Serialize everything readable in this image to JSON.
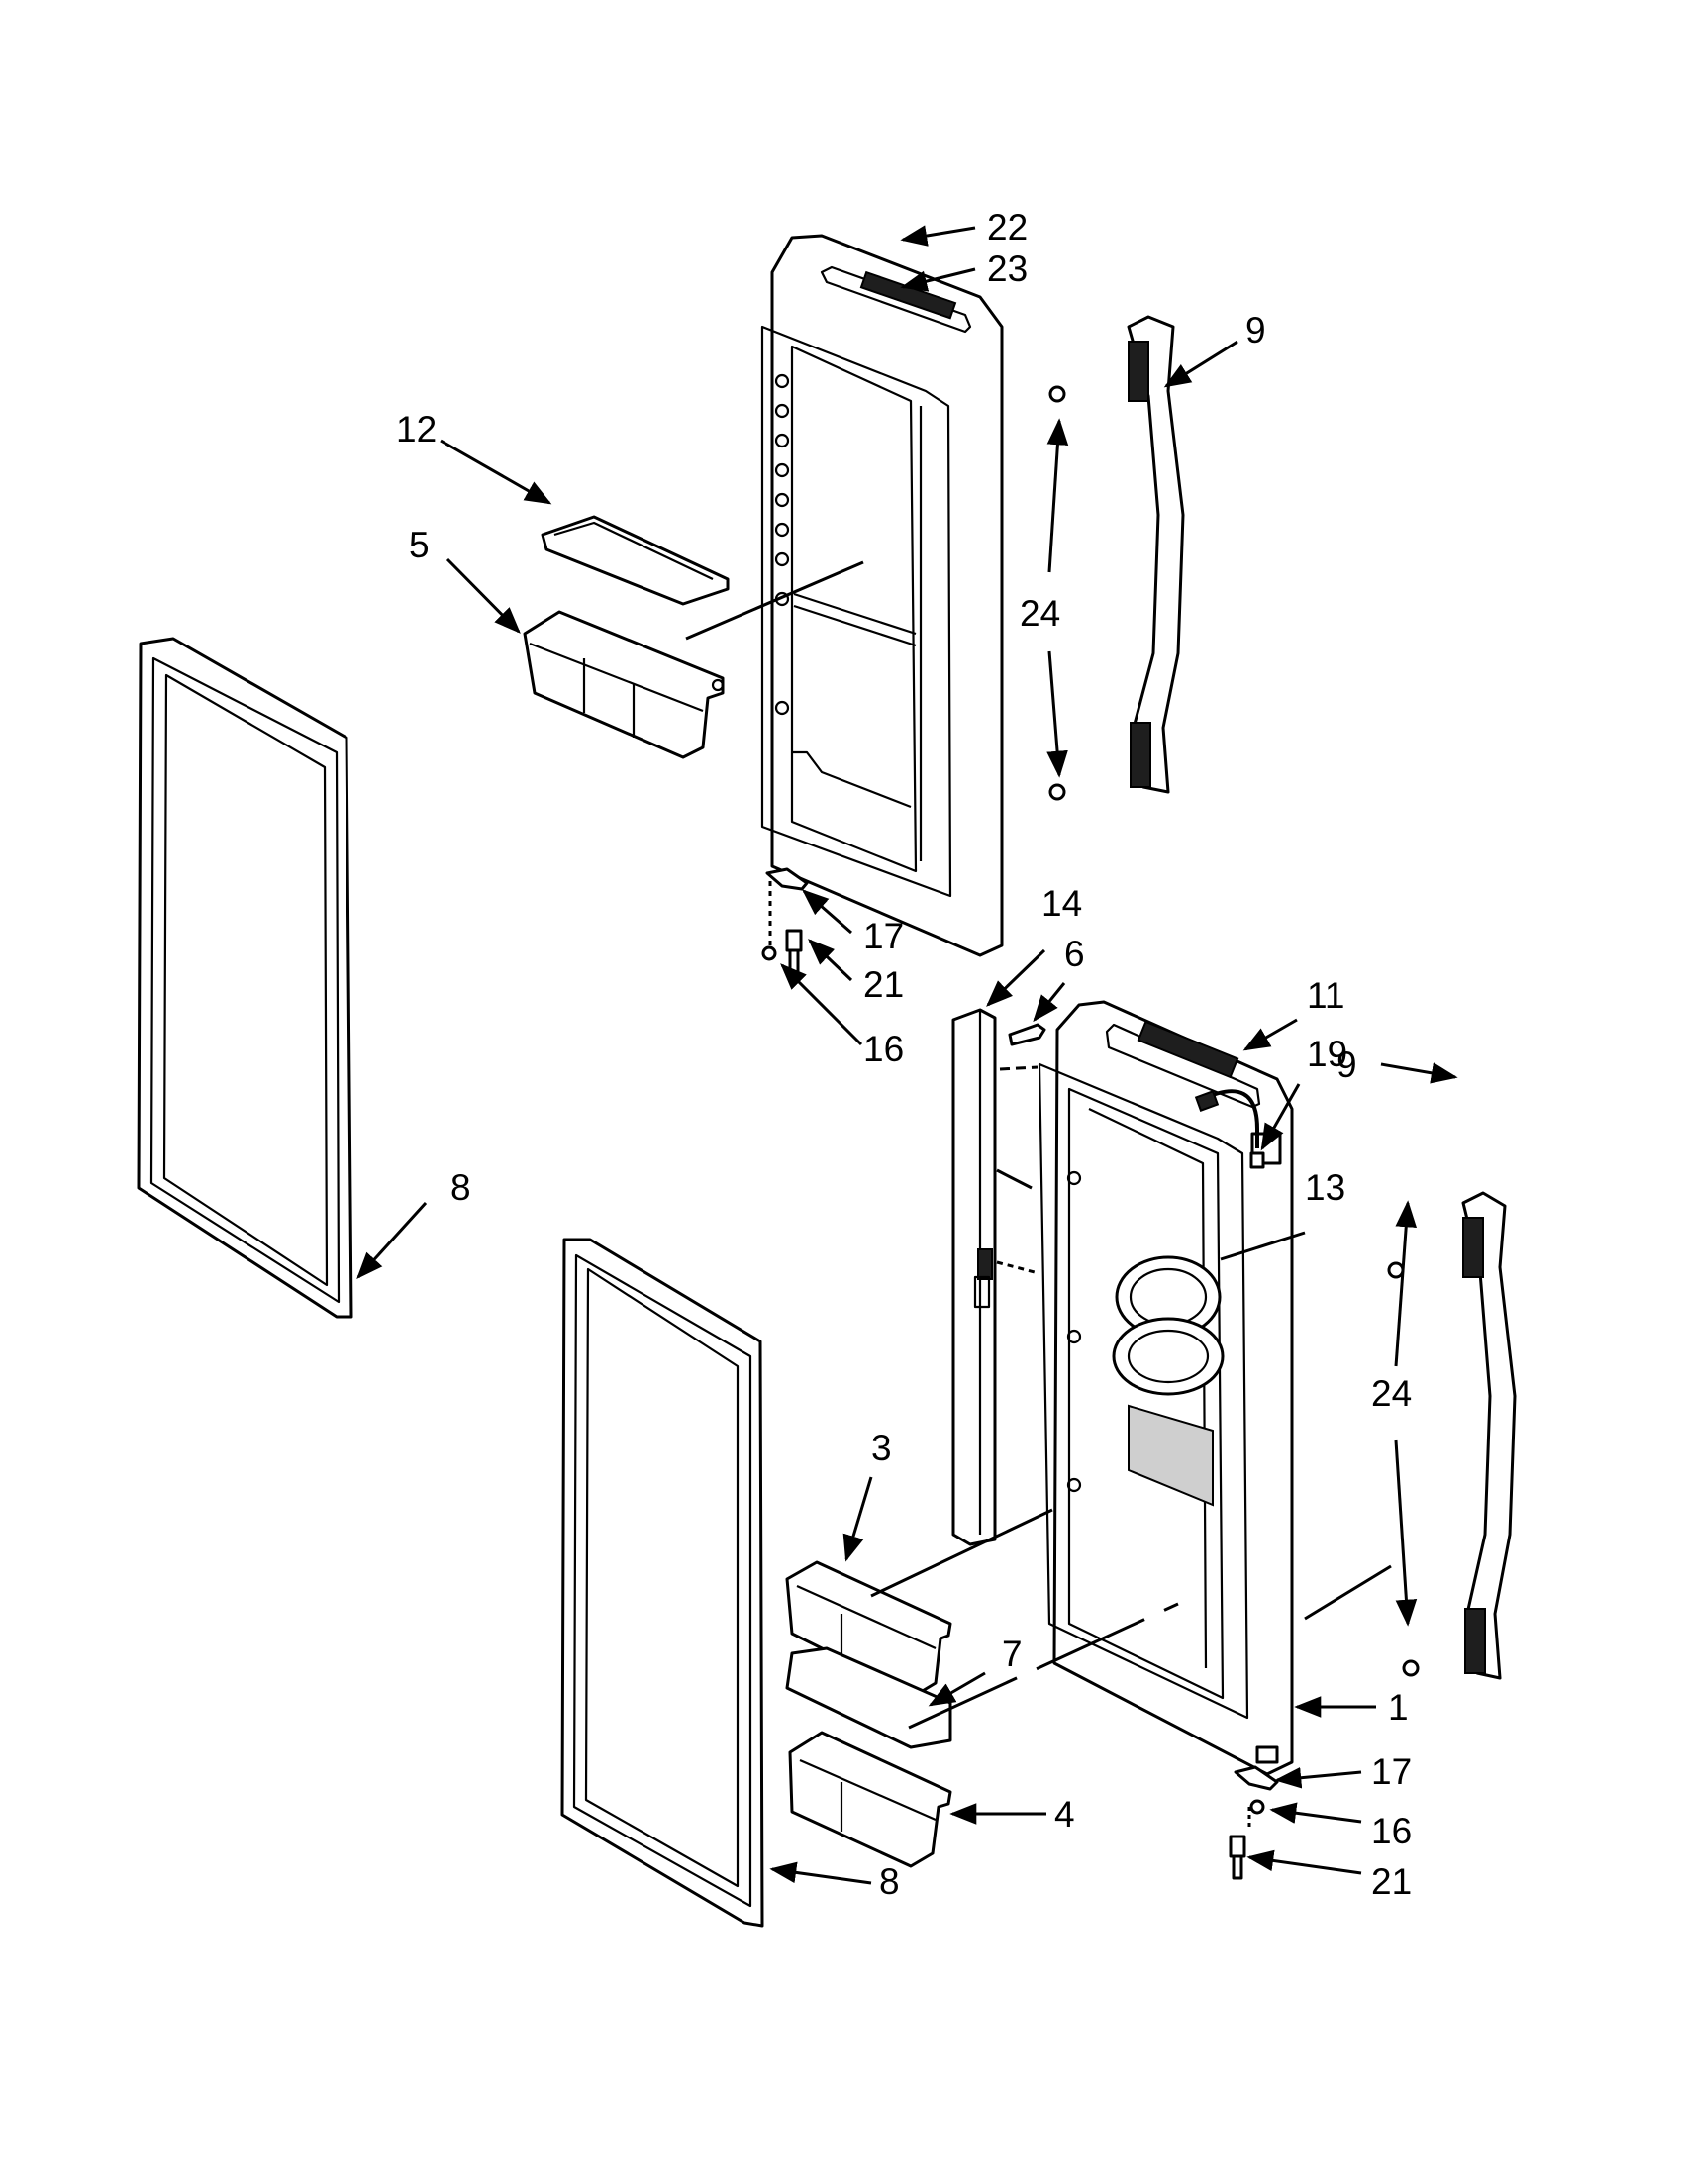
{
  "callouts": {
    "c22": "22",
    "c23": "23",
    "c9_top": "9",
    "c12": "12",
    "c5": "5",
    "c24_top": "24",
    "c17_top": "17",
    "c21_top": "21",
    "c16_top": "16",
    "c14": "14",
    "c6": "6",
    "c11": "11",
    "c19": "19",
    "c9_bottom": "9",
    "c8_left": "8",
    "c13": "13",
    "c24_bottom": "24",
    "c3": "3",
    "c7": "7",
    "c1": "1",
    "c4": "4",
    "c17_bottom": "17",
    "c16_bottom": "16",
    "c8_bottom": "8",
    "c21_bottom": "21"
  }
}
